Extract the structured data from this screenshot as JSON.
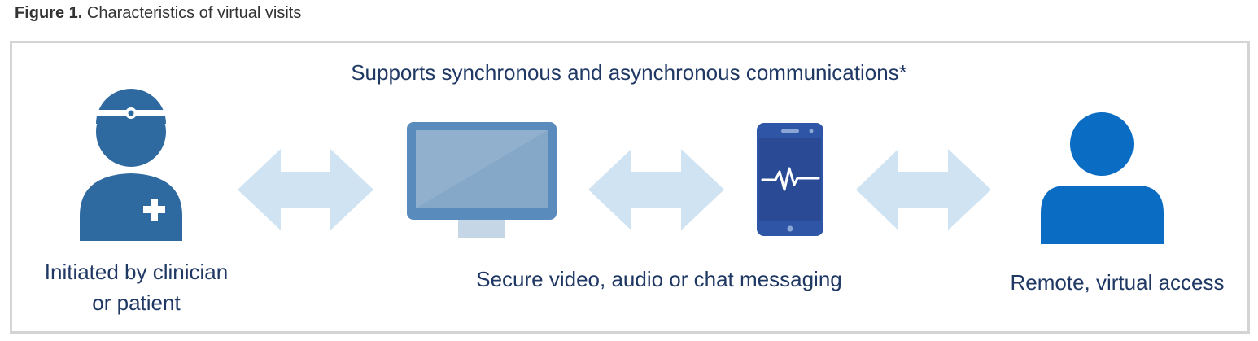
{
  "caption": {
    "label": "Figure 1.",
    "text": "Characteristics of virtual visits"
  },
  "diagram": {
    "top_text": "Supports synchronous and asynchronous communications*",
    "left_text_line1": "Initiated by clinician",
    "left_text_line2": "or patient",
    "middle_text": "Secure video, audio or chat messaging",
    "right_text": "Remote, virtual access",
    "icons": [
      "clinician-icon",
      "double-arrow-icon",
      "monitor-icon",
      "double-arrow-icon",
      "smartphone-heartbeat-icon",
      "double-arrow-icon",
      "person-icon"
    ]
  },
  "colors": {
    "clinician": "#2e6aa0",
    "arrow": "#cfe3f2",
    "monitor_frame": "#5a8bbd",
    "monitor_screen": "#90b0ce",
    "monitor_stand": "#c5d7e6",
    "phone_body": "#2f56a6",
    "person": "#0a6cc2",
    "text": "#1f3864",
    "frame_border": "#d4d4d4"
  }
}
